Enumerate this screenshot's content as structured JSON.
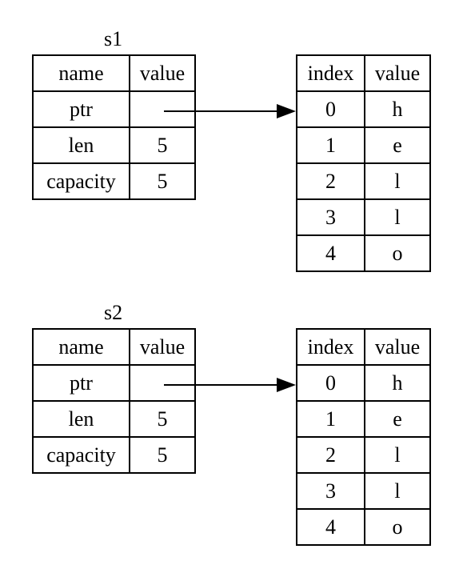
{
  "diagrams": [
    {
      "variable": "s1",
      "stack_headers": [
        "name",
        "value"
      ],
      "stack_rows": [
        {
          "name": "ptr",
          "value": ""
        },
        {
          "name": "len",
          "value": "5"
        },
        {
          "name": "capacity",
          "value": "5"
        }
      ],
      "heap_headers": [
        "index",
        "value"
      ],
      "heap_rows": [
        {
          "index": "0",
          "value": "h"
        },
        {
          "index": "1",
          "value": "e"
        },
        {
          "index": "2",
          "value": "l"
        },
        {
          "index": "3",
          "value": "l"
        },
        {
          "index": "4",
          "value": "o"
        }
      ]
    },
    {
      "variable": "s2",
      "stack_headers": [
        "name",
        "value"
      ],
      "stack_rows": [
        {
          "name": "ptr",
          "value": ""
        },
        {
          "name": "len",
          "value": "5"
        },
        {
          "name": "capacity",
          "value": "5"
        }
      ],
      "heap_headers": [
        "index",
        "value"
      ],
      "heap_rows": [
        {
          "index": "0",
          "value": "h"
        },
        {
          "index": "1",
          "value": "e"
        },
        {
          "index": "2",
          "value": "l"
        },
        {
          "index": "3",
          "value": "l"
        },
        {
          "index": "4",
          "value": "o"
        }
      ]
    }
  ]
}
